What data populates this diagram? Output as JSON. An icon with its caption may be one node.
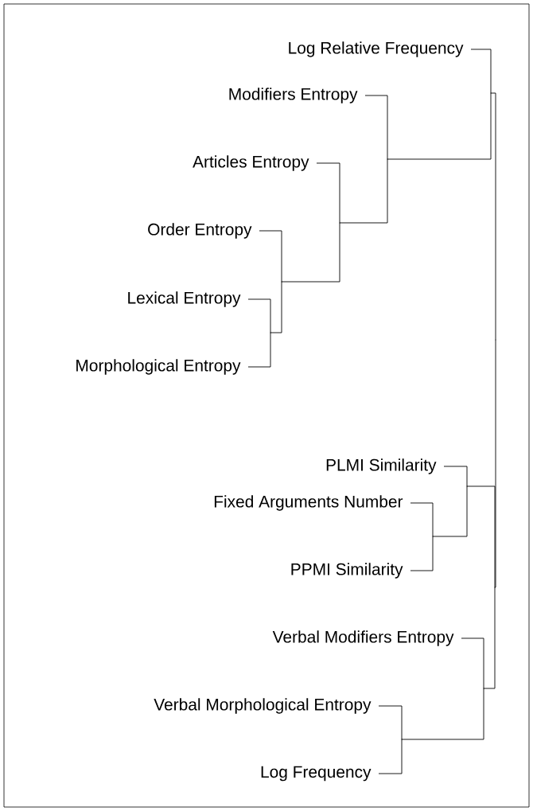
{
  "diagram": {
    "nodes": [
      {
        "text": [
          "Log Relative Frequency"
        ]
      },
      {
        "text": [
          "Modifiers Entropy"
        ]
      },
      {
        "text": [
          "Articles Entropy"
        ]
      },
      {
        "text": [
          "Order Entropy"
        ]
      },
      {
        "text": [
          "Lexical Entropy"
        ]
      },
      {
        "text": [
          "Morphological Entropy"
        ]
      },
      {
        "text": [
          "PLMI Similarity"
        ]
      },
      {
        "text": [
          "Fixed Arguments Number"
        ]
      },
      {
        "text": [
          "PPMI Similarity"
        ]
      },
      {
        "text": [
          "Verbal Modifiers Entropy"
        ]
      },
      {
        "text": [
          "Verbal Morphological Entropy"
        ]
      },
      {
        "text": [
          "Log Frequency"
        ]
      },
      {
        "text": [],
        "shape": "point"
      },
      {
        "text": [],
        "shape": "point"
      },
      {
        "text": [],
        "shape": "point"
      },
      {
        "text": [],
        "shape": "point"
      },
      {
        "text": [],
        "shape": "point"
      },
      {
        "text": [],
        "shape": "point"
      },
      {
        "text": [],
        "shape": "point"
      },
      {
        "text": [],
        "shape": "point"
      },
      {
        "text": [],
        "shape": "point"
      },
      {
        "text": [],
        "shape": "point"
      },
      {
        "text": [],
        "shape": "point"
      }
    ],
    "edges": [
      {
        "from": 4,
        "to": 12,
        "arrow": "none"
      },
      {
        "from": 5,
        "to": 12,
        "arrow": "none"
      },
      {
        "from": 3,
        "to": 13,
        "arrow": "none"
      },
      {
        "from": 12,
        "to": 13,
        "arrow": "none"
      },
      {
        "from": 2,
        "to": 14,
        "arrow": "none"
      },
      {
        "from": 13,
        "to": 14,
        "arrow": "none"
      },
      {
        "from": 1,
        "to": 15,
        "arrow": "none"
      },
      {
        "from": 14,
        "to": 15,
        "arrow": "none"
      },
      {
        "from": 0,
        "to": 16,
        "arrow": "none"
      },
      {
        "from": 15,
        "to": 16,
        "arrow": "none"
      },
      {
        "from": 7,
        "to": 17,
        "arrow": "none"
      },
      {
        "from": 8,
        "to": 17,
        "arrow": "none"
      },
      {
        "from": 6,
        "to": 18,
        "arrow": "none"
      },
      {
        "from": 17,
        "to": 18,
        "arrow": "none"
      },
      {
        "from": 10,
        "to": 19,
        "arrow": "none"
      },
      {
        "from": 11,
        "to": 19,
        "arrow": "none"
      },
      {
        "from": 9,
        "to": 20,
        "arrow": "none"
      },
      {
        "from": 19,
        "to": 20,
        "arrow": "none"
      },
      {
        "from": 18,
        "to": 21,
        "arrow": "none"
      },
      {
        "from": 20,
        "to": 21,
        "arrow": "none"
      },
      {
        "from": 16,
        "to": 22,
        "arrow": "none"
      },
      {
        "from": 21,
        "to": 22,
        "arrow": "none"
      }
    ]
  }
}
